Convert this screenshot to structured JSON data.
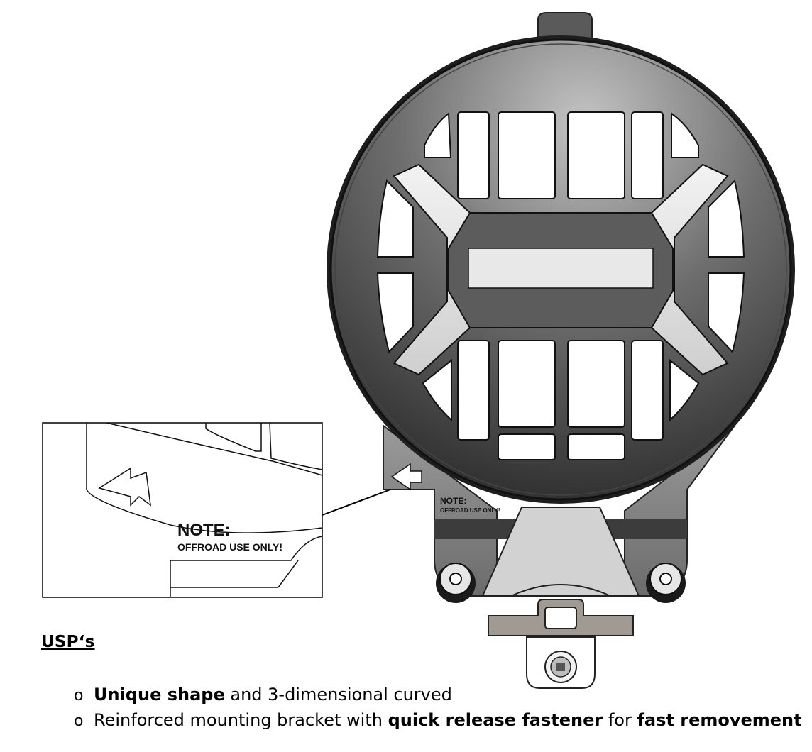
{
  "labels": {
    "note_title": "NOTE:",
    "note_text": "OFFROAD USE ONLY!"
  },
  "usp": {
    "heading": "USP‘s",
    "items": [
      {
        "bullet": "o",
        "bold_1": "Unique shape",
        "text_1": " and 3-dimensional curved",
        "bold_2": "",
        "text_2": "",
        "bold_3": ""
      },
      {
        "bullet": "o",
        "bold_1": "",
        "text_1": "Reinforced mounting bracket with ",
        "bold_2": "quick release fastener",
        "text_2": " for ",
        "bold_3": "fast removement"
      }
    ]
  },
  "colors": {
    "guard_dark": "#2b2b2b",
    "guard_light": "#b9b9b9",
    "bracket": "#8a8a8a",
    "line": "#000000"
  }
}
